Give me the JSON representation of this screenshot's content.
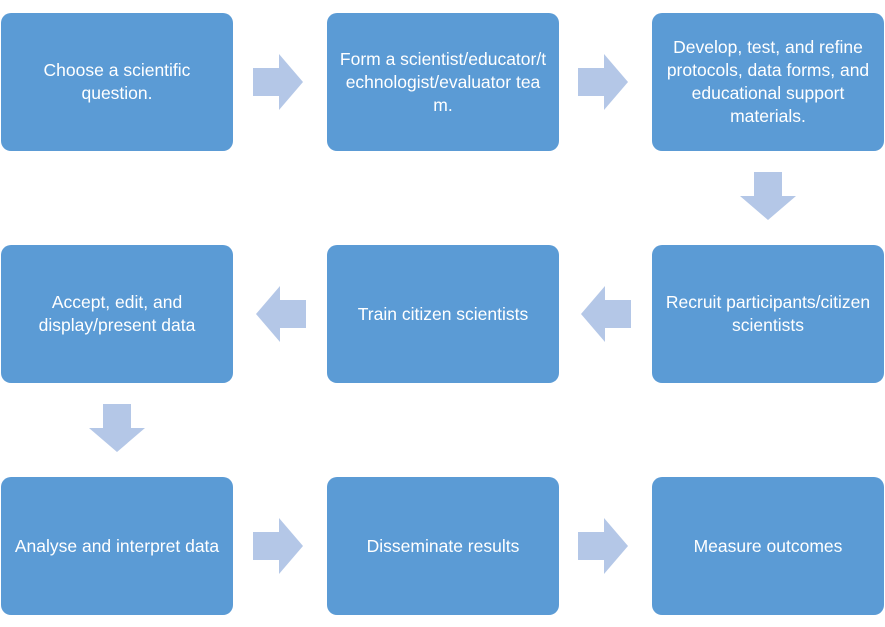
{
  "colors": {
    "box_fill": "#5B9BD5",
    "box_text": "#FFFFFF",
    "arrow_fill": "#B4C7E7"
  },
  "steps": [
    {
      "id": "choose-question",
      "label": "Choose a scientific question."
    },
    {
      "id": "form-team",
      "label": "Form a scientist/educator/technologist/evaluator team."
    },
    {
      "id": "develop-protocols",
      "label": "Develop, test, and refine protocols, data forms, and educational support materials."
    },
    {
      "id": "recruit-participants",
      "label": "Recruit participants/citizen scientists"
    },
    {
      "id": "train-citizens",
      "label": "Train citizen scientists"
    },
    {
      "id": "accept-data",
      "label": "Accept, edit, and display/present data"
    },
    {
      "id": "analyse-data",
      "label": "Analyse and interpret data"
    },
    {
      "id": "disseminate-results",
      "label": "Disseminate results"
    },
    {
      "id": "measure-outcomes",
      "label": "Measure outcomes"
    }
  ],
  "connectors": [
    {
      "from": "choose-question",
      "to": "form-team",
      "direction": "right"
    },
    {
      "from": "form-team",
      "to": "develop-protocols",
      "direction": "right"
    },
    {
      "from": "develop-protocols",
      "to": "recruit-participants",
      "direction": "down"
    },
    {
      "from": "recruit-participants",
      "to": "train-citizens",
      "direction": "left"
    },
    {
      "from": "train-citizens",
      "to": "accept-data",
      "direction": "left"
    },
    {
      "from": "accept-data",
      "to": "analyse-data",
      "direction": "down"
    },
    {
      "from": "analyse-data",
      "to": "disseminate-results",
      "direction": "right"
    },
    {
      "from": "disseminate-results",
      "to": "measure-outcomes",
      "direction": "right"
    }
  ]
}
